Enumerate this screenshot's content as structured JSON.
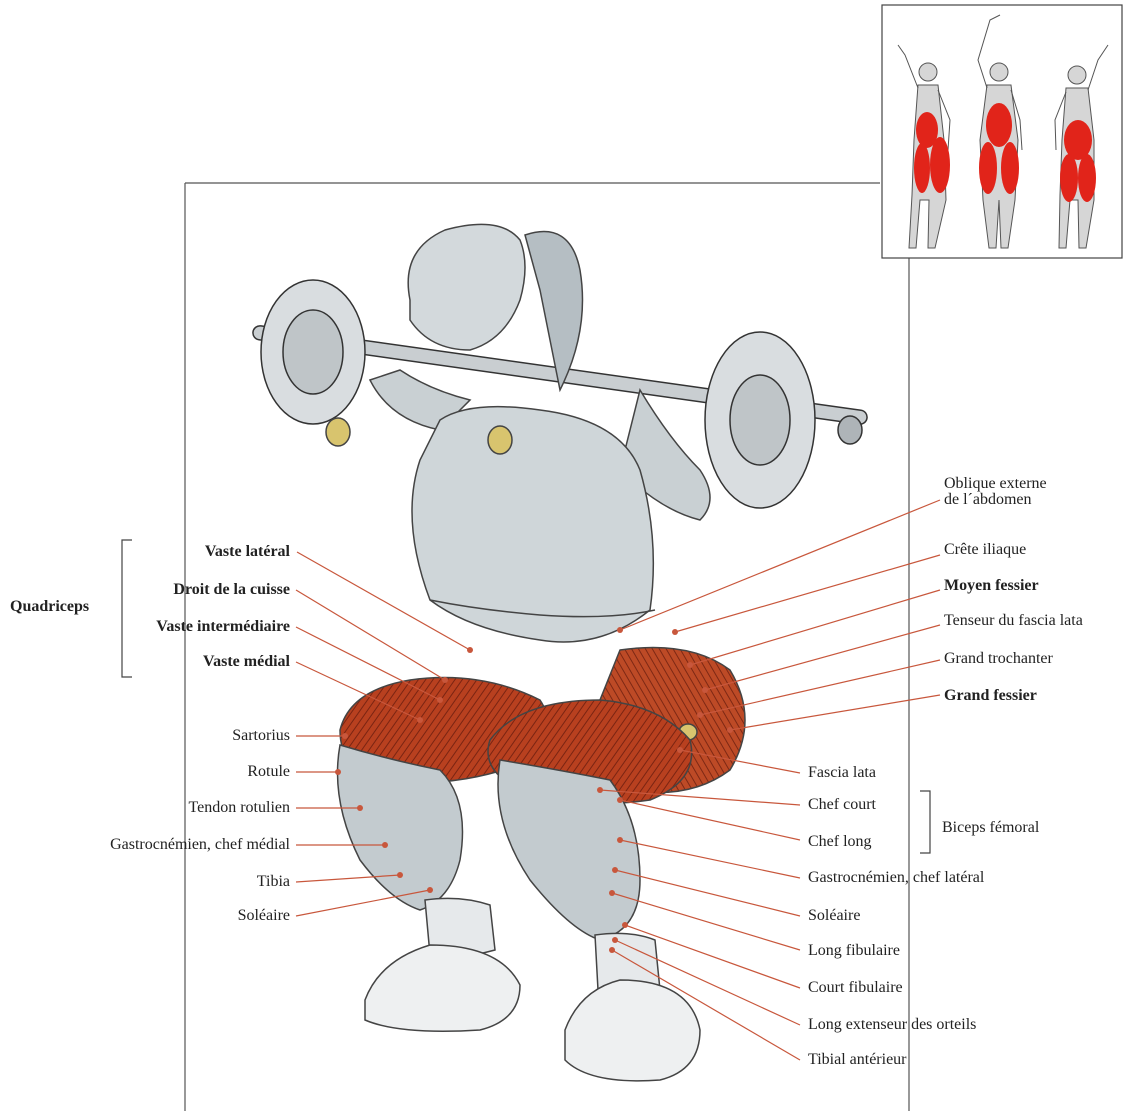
{
  "colors": {
    "muscle": "#c2401e",
    "line": "#c8573c",
    "bone": "#d8c46e",
    "skin": "#b9c2c6",
    "inset_muscle": "#e1241a"
  },
  "group_left": "Quadriceps",
  "group_right": "Biceps fémoral",
  "labels_left": {
    "vaste_lateral": "Vaste latéral",
    "droit_cuisse": "Droit de la cuisse",
    "vaste_intermediaire": "Vaste intermédiaire",
    "vaste_medial": "Vaste médial",
    "sartorius": "Sartorius",
    "rotule": "Rotule",
    "tendon_rotulien": "Tendon rotulien",
    "gastro_medial": "Gastrocnémien, chef médial",
    "tibia": "Tibia",
    "soleaire": "Soléaire"
  },
  "labels_right": {
    "oblique_1": "Oblique externe",
    "oblique_2": "de l´abdomen",
    "crete": "Crête iliaque",
    "moyen_fessier": "Moyen fessier",
    "tenseur": "Tenseur du fascia lata",
    "trochanter": "Grand trochanter",
    "grand_fessier": "Grand fessier",
    "fascia_lata": "Fascia lata",
    "chef_court": "Chef court",
    "chef_long": "Chef long",
    "gastro_lateral": "Gastrocnémien, chef latéral",
    "soleaire": "Soléaire",
    "long_fibulaire": "Long fibulaire",
    "court_fibulaire": "Court fibulaire",
    "long_extenseur": "Long extenseur des orteils",
    "tibial_anterieur": "Tibial antérieur"
  }
}
